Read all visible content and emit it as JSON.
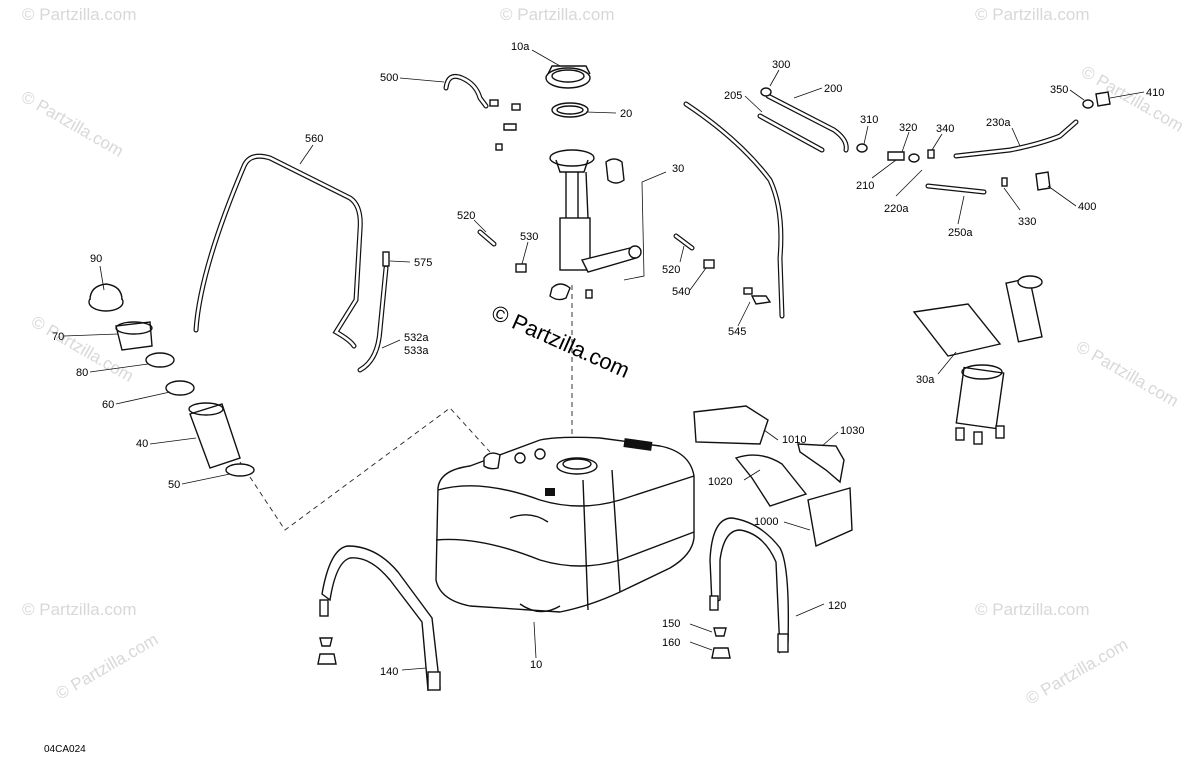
{
  "watermark": "© Partzilla.com",
  "center_watermark": "© Partzilla.com",
  "diagram_code": "04CA024",
  "labels": {
    "p10a": "10a",
    "p500": "500",
    "p20": "20",
    "p560": "560",
    "p30": "30",
    "p520a": "520",
    "p530": "530",
    "p90": "90",
    "p575": "575",
    "p70": "70",
    "p80": "80",
    "p60": "60",
    "p40": "40",
    "p50": "50",
    "p532a": "532a",
    "p533a": "533a",
    "p300": "300",
    "p205": "205",
    "p200": "200",
    "p310": "310",
    "p320": "320",
    "p340": "340",
    "p230a": "230a",
    "p350": "350",
    "p410": "410",
    "p210": "210",
    "p220a": "220a",
    "p330": "330",
    "p400": "400",
    "p250a": "250a",
    "p520b": "520",
    "p540": "540",
    "p545": "545",
    "p30a": "30a",
    "p1010": "1010",
    "p1030": "1030",
    "p1020": "1020",
    "p1000": "1000",
    "p120": "120",
    "p150": "150",
    "p160": "160",
    "p10": "10",
    "p140": "140"
  }
}
